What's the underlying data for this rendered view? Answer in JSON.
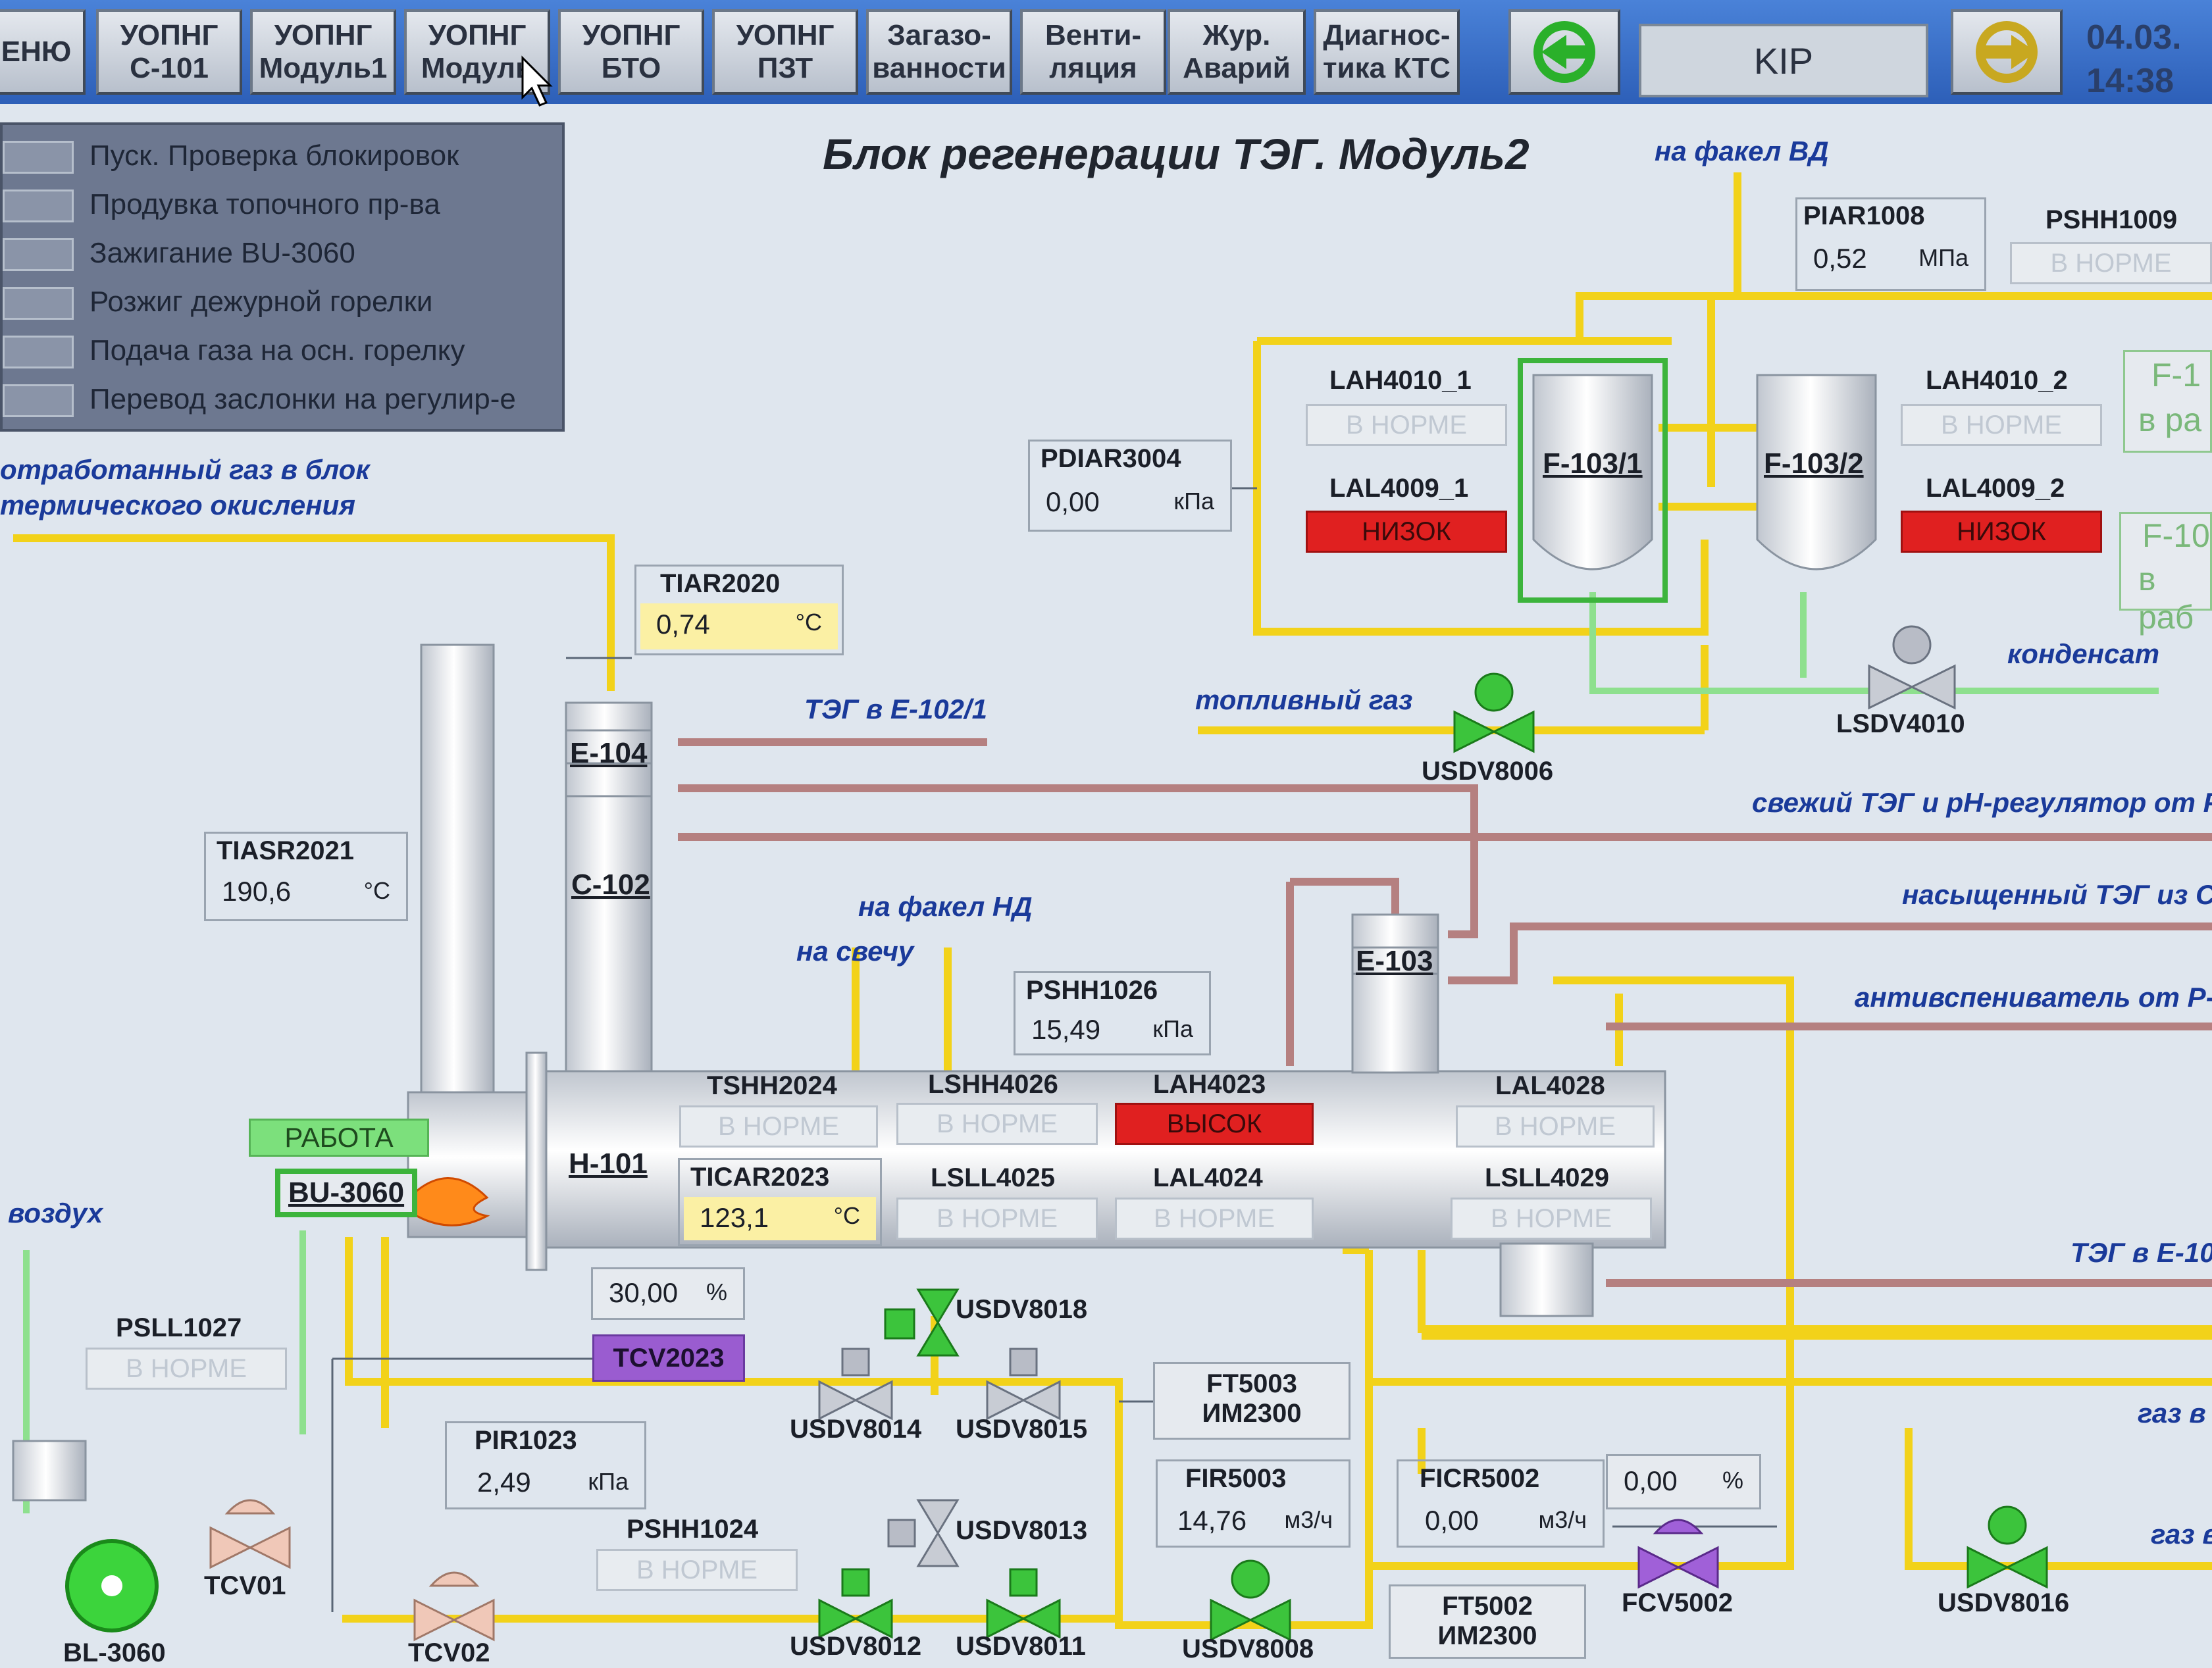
{
  "nav": {
    "buttons": [
      "ЕНЮ",
      "УОПНГ\nС-101",
      "УОПНГ\nМодуль1",
      "УОПНГ\nМодуль",
      "УОПНГ\nБТО",
      "УОПНГ\nПЗТ",
      "Загазо-\nванности",
      "Венти-\nляция",
      "Жур.\nАварий",
      "Диагнос-\nтика КТС"
    ],
    "kip": "KIP",
    "date": "04.03.",
    "time": "14:38"
  },
  "title": "Блок регенерации ТЭГ. Модуль2",
  "sequence": [
    "Пуск. Проверка блокировок",
    "Продувка топочного пр-ва",
    "Зажигание BU-3060",
    "Розжиг дежурной горелки",
    "Подача газа на осн. горелку",
    "Перевод заслонки на регулир-е"
  ],
  "flows": {
    "offgas": "отработанный газ в блок",
    "offgas2": "термического окисления",
    "flare_hp": "на факел ВД",
    "teg_e102": "ТЭГ в Е-102/1",
    "fuel_gas": "топливный газ",
    "condensate": "конденсат",
    "fresh_teg": "свежий ТЭГ и pH-регулятор от Р",
    "sat_teg": "насыщенный ТЭГ из С-",
    "antifoam": "антивспениватель от Р-",
    "flare_lp": "на факел НД",
    "to_candle": "на свечу",
    "air": "воздух",
    "teg_e10": "ТЭГ в Е-10",
    "gas_v": "газ в",
    "gas_v2": "газ в"
  },
  "vessels": {
    "e104": "Е-104",
    "c102": "С-102",
    "h101": "Н-101",
    "e103": "Е-103",
    "e1031": "F-103/1",
    "e1032": "F-103/2",
    "bu3060": "BU-3060"
  },
  "instruments": {
    "piar1008": {
      "tag": "PIAR1008",
      "value": "0,52",
      "unit": "МПа"
    },
    "pshh1009": {
      "tag": "PSHH1009",
      "status": "В НОРМЕ"
    },
    "lah4010_1": {
      "tag": "LAH4010_1",
      "status": "В НОРМЕ"
    },
    "lal4009_1": {
      "tag": "LAL4009_1",
      "status": "НИЗОК"
    },
    "lah4010_2": {
      "tag": "LAH4010_2",
      "status": "В НОРМЕ"
    },
    "lal4009_2": {
      "tag": "LAL4009_2",
      "status": "НИЗОК"
    },
    "pdiar3004": {
      "tag": "PDIAR3004",
      "value": "0,00",
      "unit": "кПа"
    },
    "tiar2020": {
      "tag": "TIAR2020",
      "value": "0,74",
      "unit": "°С"
    },
    "tiasr2021": {
      "tag": "TIASR2021",
      "value": "190,6",
      "unit": "°С"
    },
    "pshh1026": {
      "tag": "PSHH1026",
      "value": "15,49",
      "unit": "кПа"
    },
    "tshh2024": {
      "tag": "TSHH2024",
      "status": "В НОРМЕ"
    },
    "lshh4026": {
      "tag": "LSHH4026",
      "status": "В НОРМЕ"
    },
    "lah4023": {
      "tag": "LAH4023",
      "status": "ВЫСОК"
    },
    "lal4028": {
      "tag": "LAL4028",
      "status": "В НОРМЕ"
    },
    "ticar2023": {
      "tag": "TICAR2023",
      "value": "123,1",
      "unit": "°С"
    },
    "lsll4025": {
      "tag": "LSLL4025",
      "status": "В НОРМЕ"
    },
    "lal4024": {
      "tag": "LAL4024",
      "status": "В НОРМЕ"
    },
    "lsll4029": {
      "tag": "LSLL4029",
      "status": "В НОРМЕ"
    },
    "tcv2023_pos": {
      "value": "30,00",
      "unit": "%"
    },
    "tcv2023": {
      "tag": "TCV2023"
    },
    "psll1027": {
      "tag": "PSLL1027",
      "status": "В НОРМЕ"
    },
    "pir1023": {
      "tag": "PIR1023",
      "value": "2,49",
      "unit": "кПа"
    },
    "pshh1024": {
      "tag": "PSHH1024",
      "status": "В НОРМЕ"
    },
    "ft5003": {
      "tag": "FT5003",
      "sub": "ИМ2300"
    },
    "fir5003": {
      "tag": "FIR5003",
      "value": "14,76",
      "unit": "м3/ч"
    },
    "ficr5002": {
      "tag": "FICR5002",
      "value": "0,00",
      "unit": "м3/ч"
    },
    "fcv_pos": {
      "value": "0,00",
      "unit": "%"
    },
    "ft5002": {
      "tag": "FT5002",
      "sub": "ИМ2300"
    }
  },
  "burner_status": "РАБОТА",
  "valves": {
    "usdv8006": "USDV8006",
    "lsdv4010": "LSDV4010",
    "usdv8018": "USDV8018",
    "usdv8014": "USDV8014",
    "usdv8015": "USDV8015",
    "usdv8013": "USDV8013",
    "usdv8012": "USDV8012",
    "usdv8011": "USDV8011",
    "usdv8008": "USDV8008",
    "fcv5002": "FCV5002",
    "usdv8016": "USDV8016",
    "tcv01": "TCV01",
    "tcv02": "TCV02",
    "bl3060": "BL-3060"
  },
  "right_clipped": {
    "f1": "F-1",
    "f1s": "в ра",
    "f2": "F-10",
    "f2s": "в раб"
  },
  "colors": {
    "pipe_yellow": "#f2d21a",
    "pipe_brown": "#b58080",
    "pipe_green": "#8ee08e",
    "alarm": "#e02020"
  }
}
